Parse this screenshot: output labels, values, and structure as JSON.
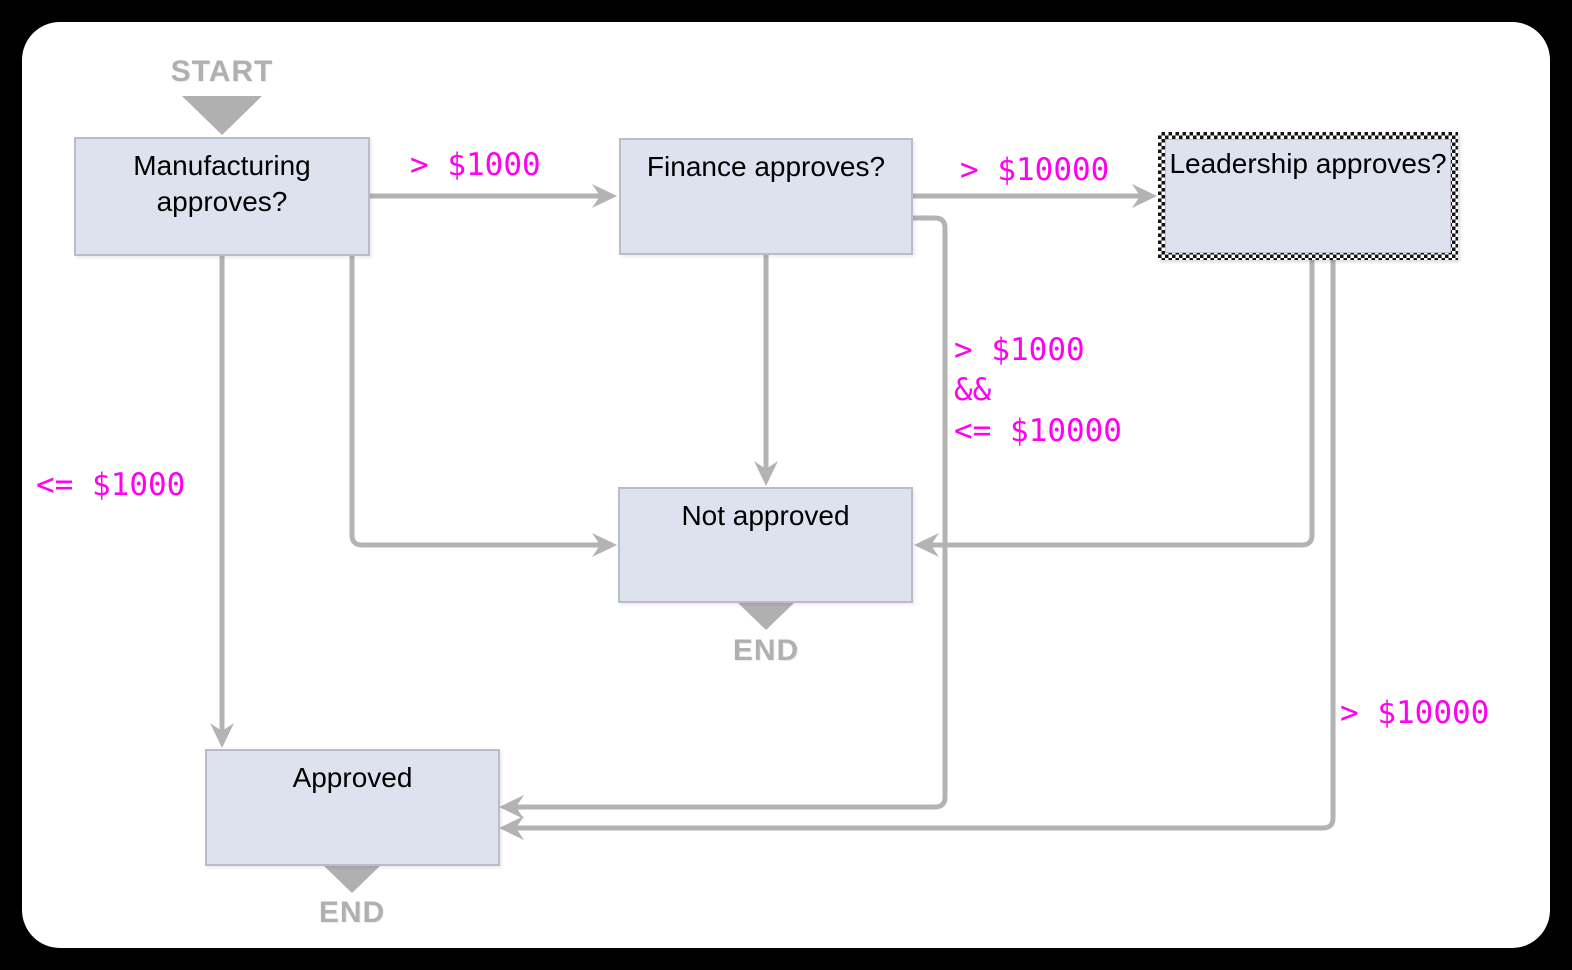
{
  "diagram": {
    "nodes": {
      "manufacturing": {
        "label": "Manufacturing approves?"
      },
      "finance": {
        "label": "Finance approves?"
      },
      "leadership": {
        "label": "Leadership approves?"
      },
      "not_approved": {
        "label": "Not approved"
      },
      "approved": {
        "label": "Approved"
      }
    },
    "edge_labels": {
      "mfg_to_finance": "> $1000",
      "finance_to_leadership": "> $10000",
      "finance_to_approved": "> $1000\n&&\n<= $10000",
      "mfg_to_approved": "<= $1000",
      "leadership_to_approved": "> $10000"
    },
    "markers": {
      "start": "START",
      "end_not_approved": "END",
      "end_approved": "END"
    },
    "colors": {
      "node_fill": "#dde2ee",
      "node_border": "#b9bdc9",
      "connector_gray": "#b3b3b3",
      "condition_label_magenta": "#ff00f0",
      "marker_gray": "#b0b0b0"
    }
  }
}
